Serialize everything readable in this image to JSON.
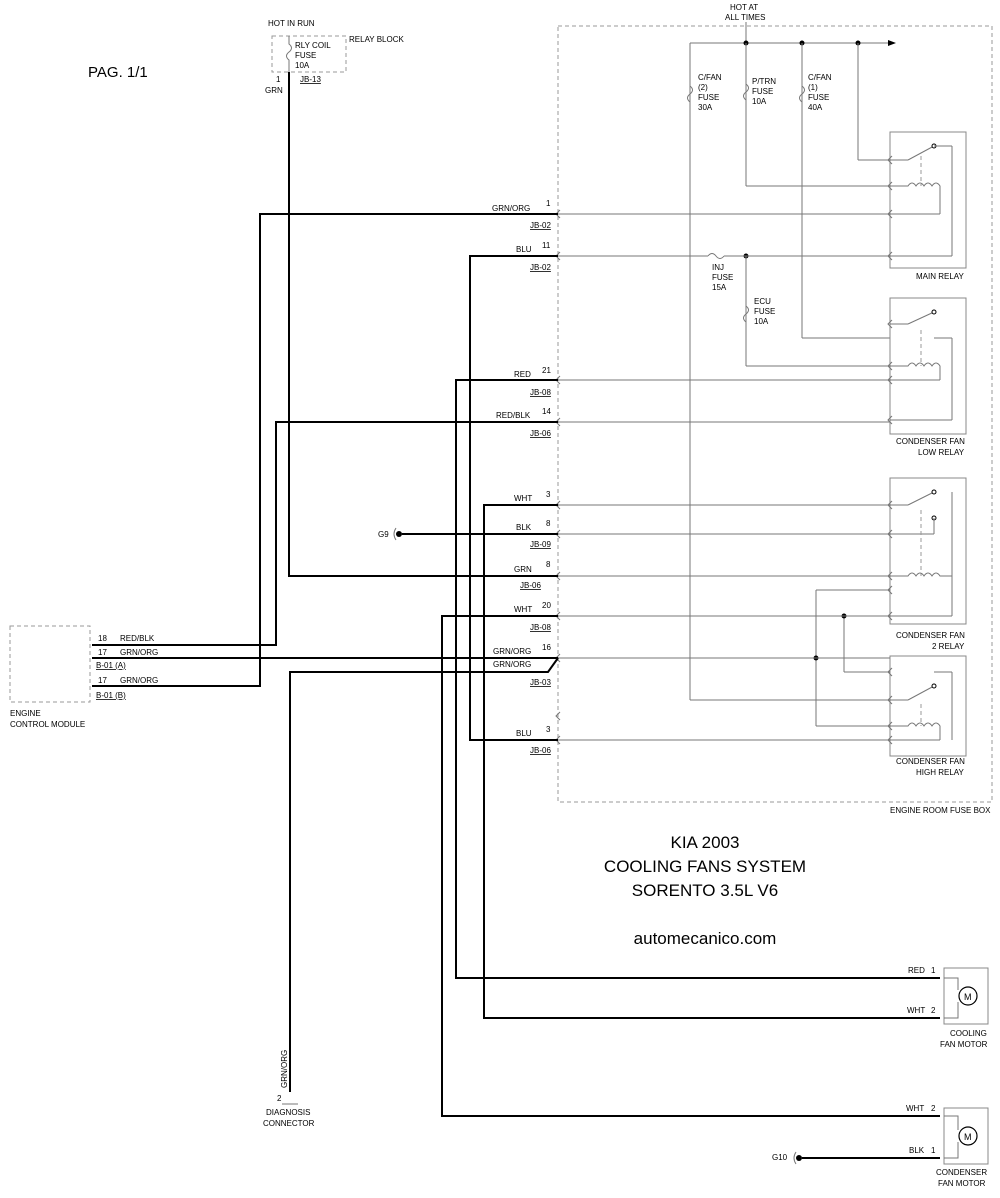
{
  "page_label": "PAG. 1/1",
  "title": {
    "line1": "KIA 2003",
    "line2": "COOLING FANS SYSTEM",
    "line3": "SORENTO 3.5L V6",
    "website": "automecanico.com"
  },
  "relay_block": {
    "hot_in_run": "HOT IN RUN",
    "label": "RELAY BLOCK",
    "fuse_lines": [
      "RLY COIL",
      "FUSE",
      "10A"
    ],
    "pin": "1",
    "connector": "JB-13",
    "wire": "GRN"
  },
  "hot_at_all_times": [
    "HOT AT",
    "ALL TIMES"
  ],
  "fuses": {
    "cfan2": [
      "C/FAN",
      "(2)",
      "FUSE",
      "30A"
    ],
    "ptrn": [
      "P/TRN",
      "FUSE",
      "10A"
    ],
    "cfan1": [
      "C/FAN",
      "(1)",
      "FUSE",
      "40A"
    ],
    "inj": [
      "INJ",
      "FUSE",
      "15A"
    ],
    "ecu": [
      "ECU",
      "FUSE",
      "10A"
    ]
  },
  "relays": {
    "main": [
      "MAIN RELAY"
    ],
    "cond_low": [
      "CONDENSER FAN",
      "LOW RELAY"
    ],
    "cond2": [
      "CONDENSER FAN",
      "2 RELAY"
    ],
    "cond_high": [
      "CONDENSER FAN",
      "HIGH RELAY"
    ]
  },
  "engine_room_fuse_box": "ENGINE ROOM FUSE BOX",
  "fuse_box_pins": [
    {
      "wire": "GRN/ORG",
      "pin": "1",
      "connector": "JB-02"
    },
    {
      "wire": "BLU",
      "pin": "11",
      "connector": "JB-02"
    },
    {
      "wire": "RED",
      "pin": "21",
      "connector": "JB-08"
    },
    {
      "wire": "RED/BLK",
      "pin": "14",
      "connector": "JB-06"
    },
    {
      "wire": "WHT",
      "pin": "3",
      "connector": ""
    },
    {
      "wire": "BLK",
      "pin": "8",
      "connector": "JB-09"
    },
    {
      "wire": "GRN",
      "pin": "8",
      "connector": "JB-06"
    },
    {
      "wire": "WHT",
      "pin": "20",
      "connector": "JB-08"
    },
    {
      "wire": "GRN/ORG",
      "pin": "",
      "connector": ""
    },
    {
      "wire": "GRN/ORG",
      "pin": "16",
      "connector": "JB-03"
    },
    {
      "wire": "BLU",
      "pin": "3",
      "connector": "JB-06"
    }
  ],
  "grounds": {
    "g9": "G9",
    "g10": "G10"
  },
  "ecm": {
    "name": [
      "ENGINE",
      "CONTROL MODULE"
    ],
    "pins": [
      {
        "pin": "18",
        "wire": "RED/BLK",
        "connector": ""
      },
      {
        "pin": "17",
        "wire": "GRN/ORG",
        "connector": "B-01 (A)"
      },
      {
        "pin": "17",
        "wire": "GRN/ORG",
        "connector": "B-01 (B)"
      }
    ]
  },
  "diagnosis_connector": {
    "name": [
      "DIAGNOSIS",
      "CONNECTOR"
    ],
    "pin": "2",
    "wire": "GRN/ORG"
  },
  "cooling_fan_motor": {
    "name": [
      "COOLING",
      "FAN MOTOR"
    ],
    "symbol": "M",
    "pins": [
      {
        "wire": "RED",
        "pin": "1"
      },
      {
        "wire": "WHT",
        "pin": "2"
      }
    ]
  },
  "condenser_fan_motor": {
    "name": [
      "CONDENSER",
      "FAN MOTOR"
    ],
    "symbol": "M",
    "pins": [
      {
        "wire": "WHT",
        "pin": "2"
      },
      {
        "wire": "BLK",
        "pin": "1"
      }
    ]
  }
}
